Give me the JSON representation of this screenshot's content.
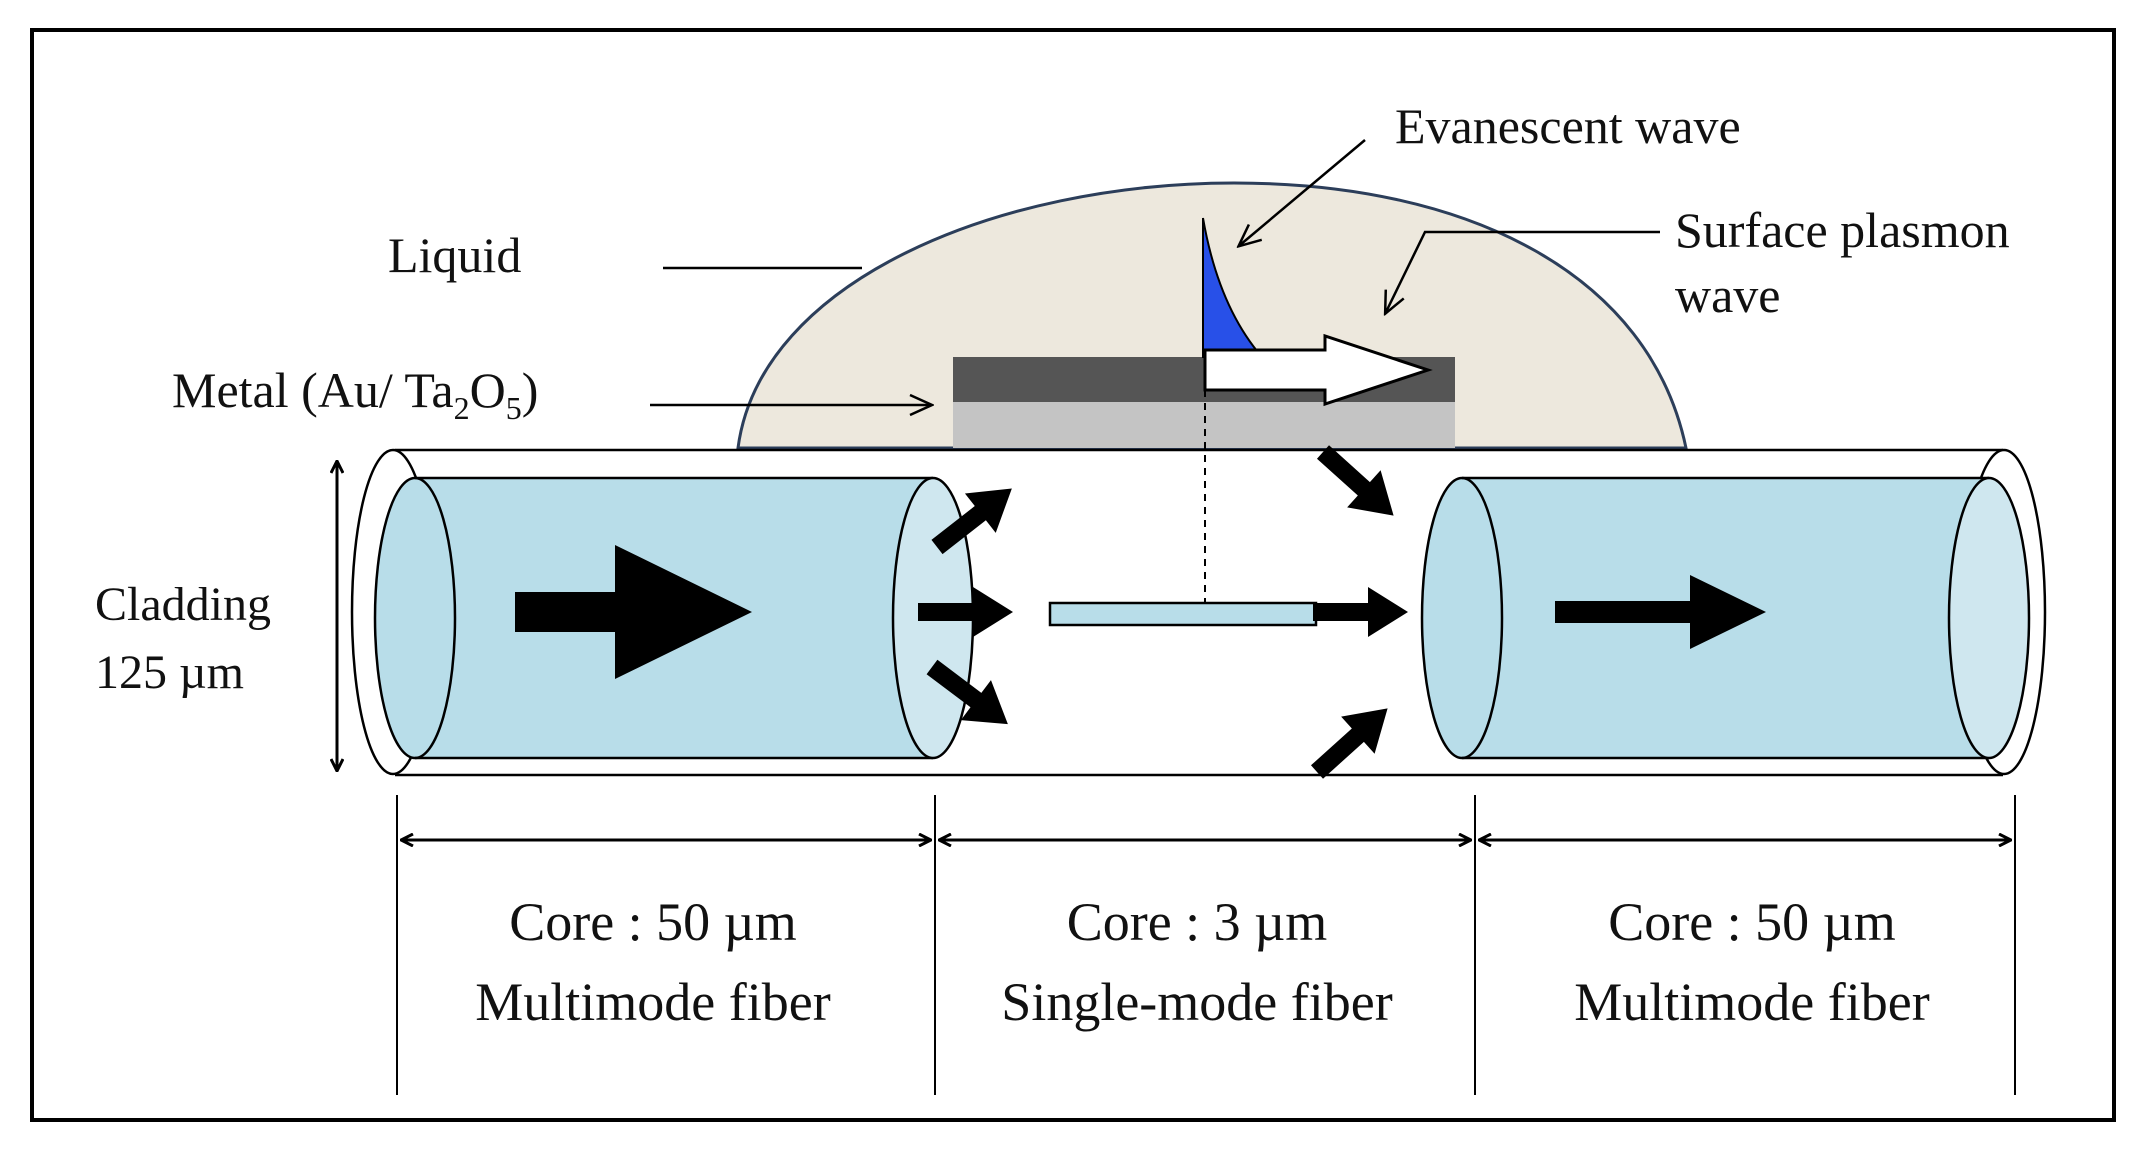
{
  "labels": {
    "liquid": "Liquid",
    "evanescent_wave": "Evanescent wave",
    "surface_plasmon_line1": "Surface plasmon",
    "surface_plasmon_line2": "wave",
    "metal_prefix": "Metal (Au/ Ta",
    "metal_sub1": "2",
    "metal_mid": "O",
    "metal_sub2": "5",
    "metal_suffix": ")",
    "cladding_line1": "Cladding",
    "cladding_line2": "125 µm"
  },
  "sections": [
    {
      "core": "Core : 50 µm",
      "fiber": "Multimode fiber"
    },
    {
      "core": "Core : 3 µm",
      "fiber": "Single-mode fiber"
    },
    {
      "core": "Core : 50 µm",
      "fiber": "Multimode fiber"
    }
  ],
  "colors": {
    "core": "#b8dde9",
    "core_end": "#cfe7ef",
    "liquid": "#ede8dd",
    "liquid_outline": "#2c3e5a",
    "metal_au": "#555555",
    "metal_ta2o5": "#c4c4c4",
    "evanescent": "#2850e8",
    "arrow": "#000000",
    "frame": "#000000"
  }
}
